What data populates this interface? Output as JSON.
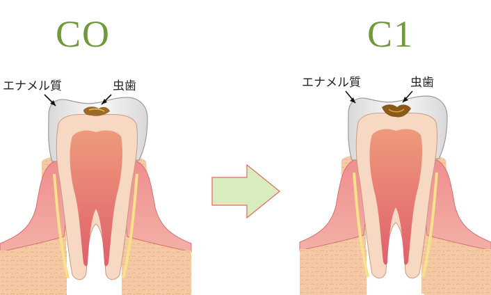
{
  "stages": [
    {
      "title": "CO",
      "enamel_label": "エナメル質",
      "caries_label": "虫歯"
    },
    {
      "title": "C1",
      "enamel_label": "エナメル質",
      "caries_label": "虫歯"
    }
  ],
  "colors": {
    "title": "#6f9a3a",
    "arrow_fill": "#d9ecbf",
    "arrow_stroke": "#e06a5a",
    "bone": "#f2c39a",
    "gum": "#ec8a8a",
    "enamel": "#f2f2f2",
    "dentin": "#f6d4bd",
    "pulp": "#e0666a",
    "caries": "#8a5a1a"
  }
}
